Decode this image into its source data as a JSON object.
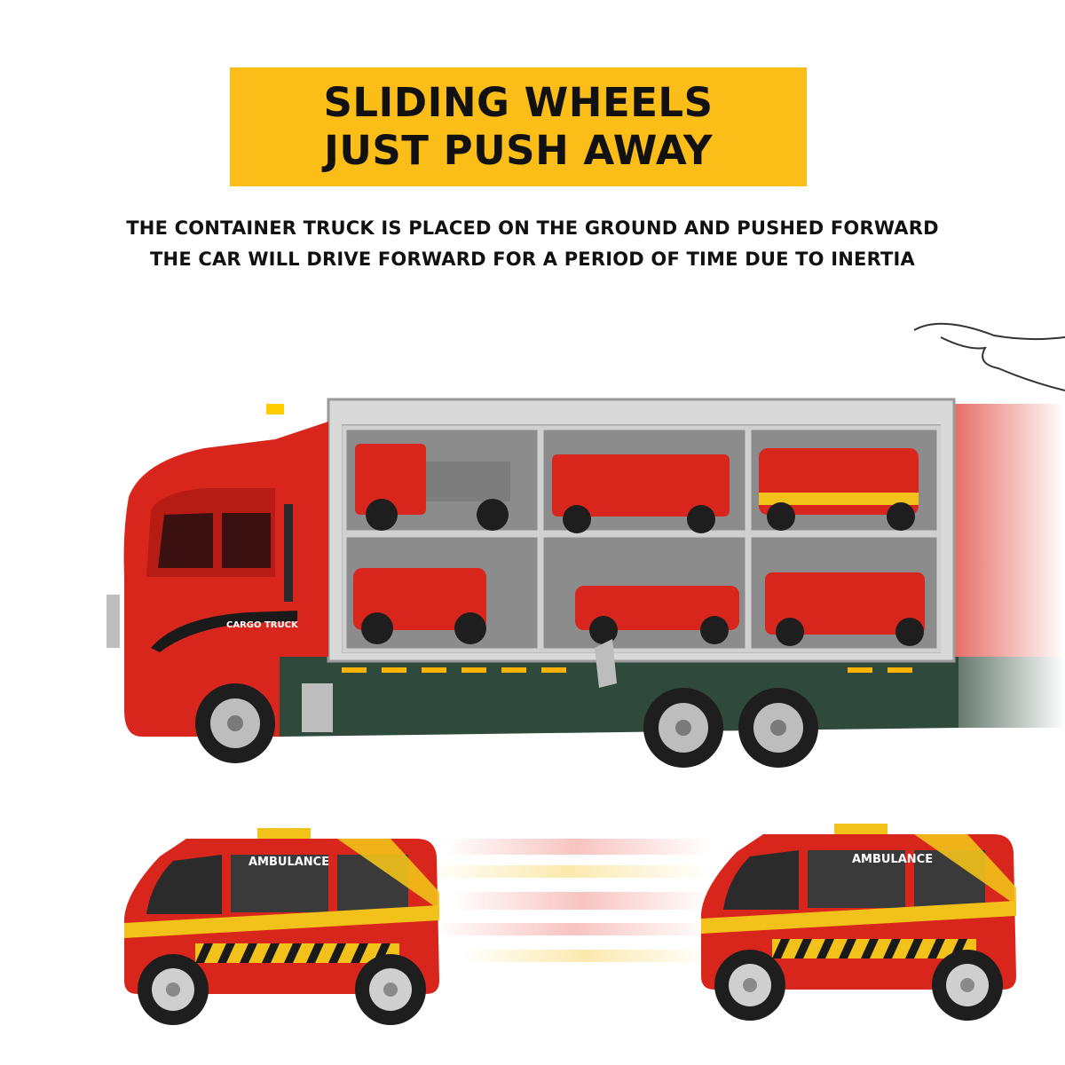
{
  "banner": {
    "line1": "SLIDING WHEELS",
    "line2": "JUST PUSH AWAY"
  },
  "description": {
    "line1": "THE CONTAINER TRUCK IS PLACED ON THE GROUND AND PUSHED FORWARD",
    "line2": "THE CAR WILL DRIVE FORWARD FOR A PERIOD OF TIME DUE TO INERTIA"
  },
  "truck": {
    "cab_label": "CARGO TRUCK",
    "compartment_count": 6
  },
  "ambulances": {
    "left_label": "AMBULANCE",
    "right_label": "AMBULANCE"
  },
  "colors": {
    "banner": "#fbbd17",
    "truck_red": "#d9261c",
    "chassis_green": "#2f4a3c",
    "stripe_yellow": "#f2c21a"
  }
}
